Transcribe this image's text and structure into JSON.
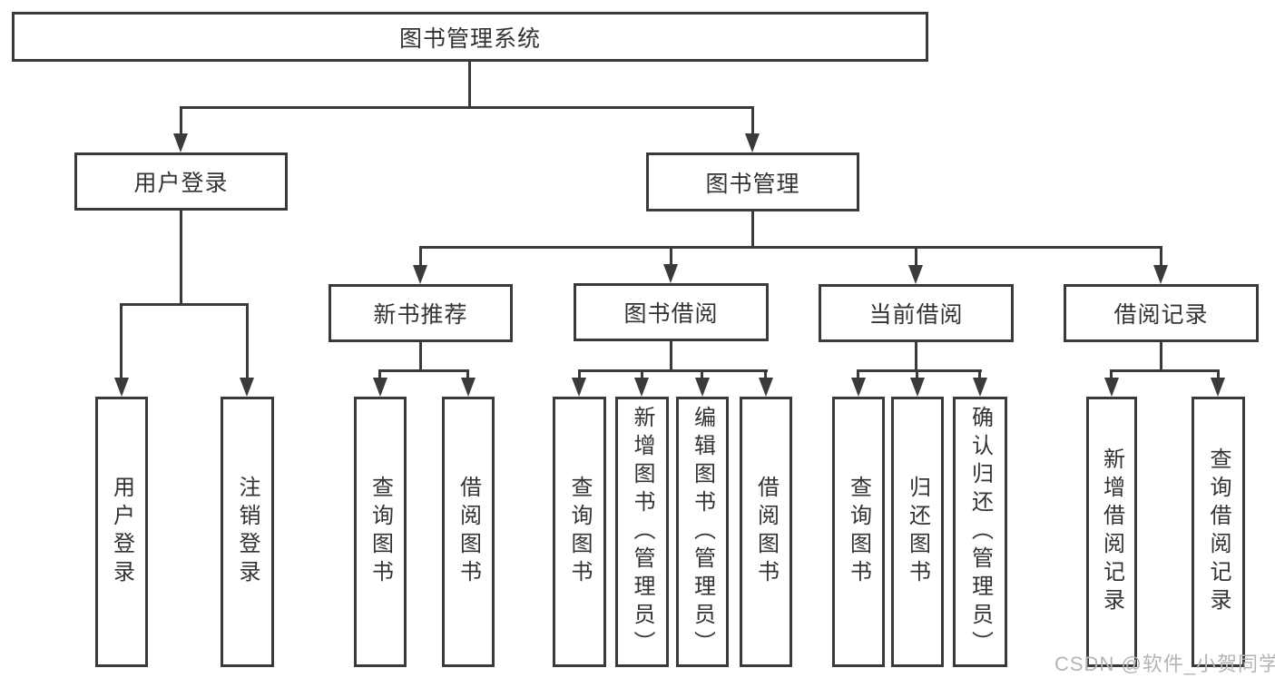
{
  "colors": {
    "line": "#3a3a3a",
    "text": "#333333",
    "watermark": "#b5b5b5",
    "background": "#ffffff"
  },
  "diagram": {
    "root": {
      "label": "图书管理系统"
    },
    "branches": [
      {
        "label": "用户登录",
        "children": [
          {
            "label": "用户登录"
          },
          {
            "label": "注销登录"
          }
        ]
      },
      {
        "label": "图书管理",
        "children": [
          {
            "label": "新书推荐",
            "children": [
              {
                "label": "查询图书"
              },
              {
                "label": "借阅图书"
              }
            ]
          },
          {
            "label": "图书借阅",
            "children": [
              {
                "label": "查询图书"
              },
              {
                "label": "新增图书（管理员）"
              },
              {
                "label": "编辑图书（管理员）"
              },
              {
                "label": "借阅图书"
              }
            ]
          },
          {
            "label": "当前借阅",
            "children": [
              {
                "label": "查询图书"
              },
              {
                "label": "归还图书"
              },
              {
                "label": "确认归还（管理员）"
              }
            ]
          },
          {
            "label": "借阅记录",
            "children": [
              {
                "label": "新增借阅记录"
              },
              {
                "label": "查询借阅记录"
              }
            ]
          }
        ]
      }
    ]
  },
  "watermark": {
    "text": "CSDN @软件_小贺同学"
  }
}
